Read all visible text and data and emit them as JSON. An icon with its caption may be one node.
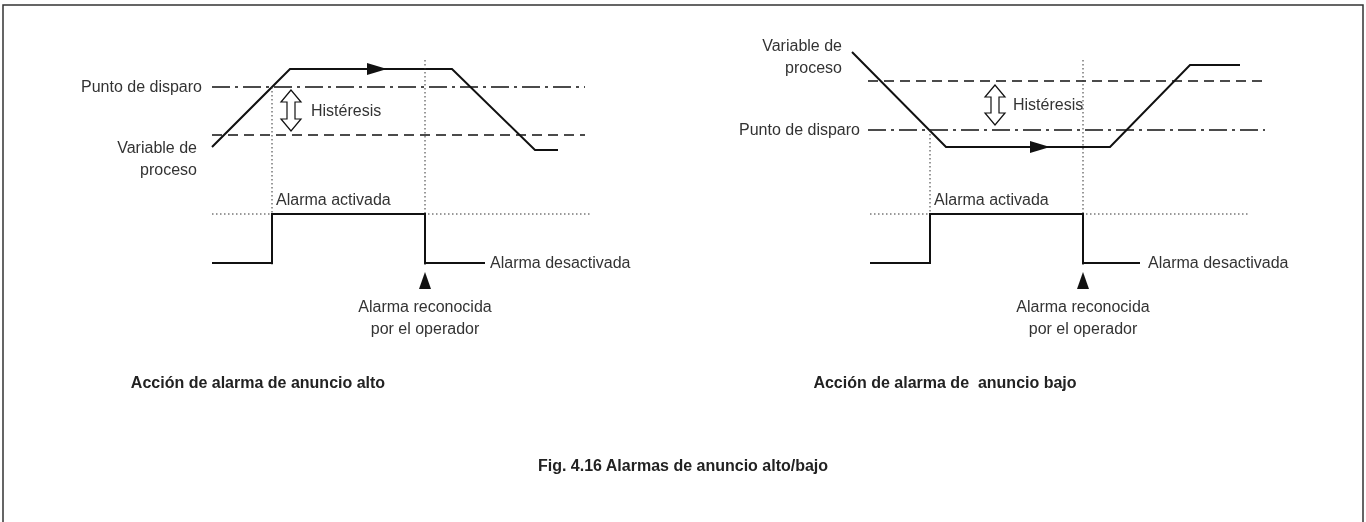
{
  "diagram": {
    "caption": "Fig. 4.16 Alarmas de anuncio alto/bajo",
    "labels": [
      "Punto de disparo",
      "Histéresis",
      "Variable de proceso",
      "Alarma activada",
      "Alarma desactivada",
      "Alarma reconocida por el operador",
      "Acción de alarma de anuncio alto",
      "Variable de proceso",
      "Histéresis",
      "Punto de disparo",
      "Alarma activada",
      "Alarma desactivada",
      "Alarma reconocida por el operador",
      "Acción de alarma de  anuncio bajo"
    ]
  }
}
